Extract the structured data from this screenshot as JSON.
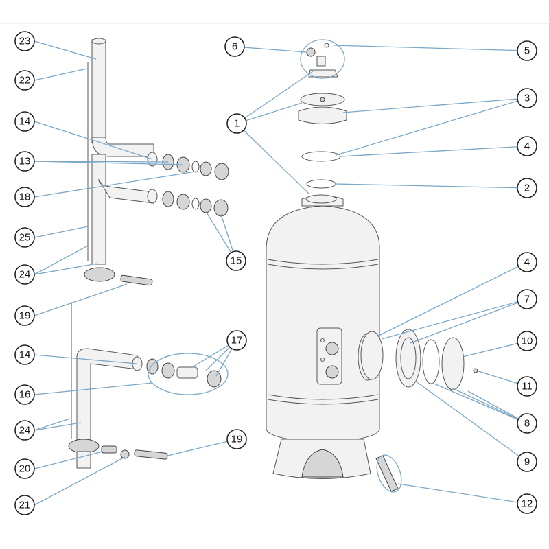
{
  "callouts": [
    {
      "id": "c23",
      "label": "23"
    },
    {
      "id": "c22",
      "label": "22"
    },
    {
      "id": "c14a",
      "label": "14"
    },
    {
      "id": "c13",
      "label": "13"
    },
    {
      "id": "c18",
      "label": "18"
    },
    {
      "id": "c25",
      "label": "25"
    },
    {
      "id": "c24a",
      "label": "24"
    },
    {
      "id": "c15",
      "label": "15"
    },
    {
      "id": "c19a",
      "label": "19"
    },
    {
      "id": "c14b",
      "label": "14"
    },
    {
      "id": "c16",
      "label": "16"
    },
    {
      "id": "c17",
      "label": "17"
    },
    {
      "id": "c24b",
      "label": "24"
    },
    {
      "id": "c20",
      "label": "20"
    },
    {
      "id": "c19b",
      "label": "19"
    },
    {
      "id": "c21",
      "label": "21"
    },
    {
      "id": "c6",
      "label": "6"
    },
    {
      "id": "c5",
      "label": "5"
    },
    {
      "id": "c1",
      "label": "1"
    },
    {
      "id": "c3",
      "label": "3"
    },
    {
      "id": "c4a",
      "label": "4"
    },
    {
      "id": "c2",
      "label": "2"
    },
    {
      "id": "c4b",
      "label": "4"
    },
    {
      "id": "c7",
      "label": "7"
    },
    {
      "id": "c10",
      "label": "10"
    },
    {
      "id": "c11",
      "label": "11"
    },
    {
      "id": "c8",
      "label": "8"
    },
    {
      "id": "c9",
      "label": "9"
    },
    {
      "id": "c12",
      "label": "12"
    }
  ]
}
